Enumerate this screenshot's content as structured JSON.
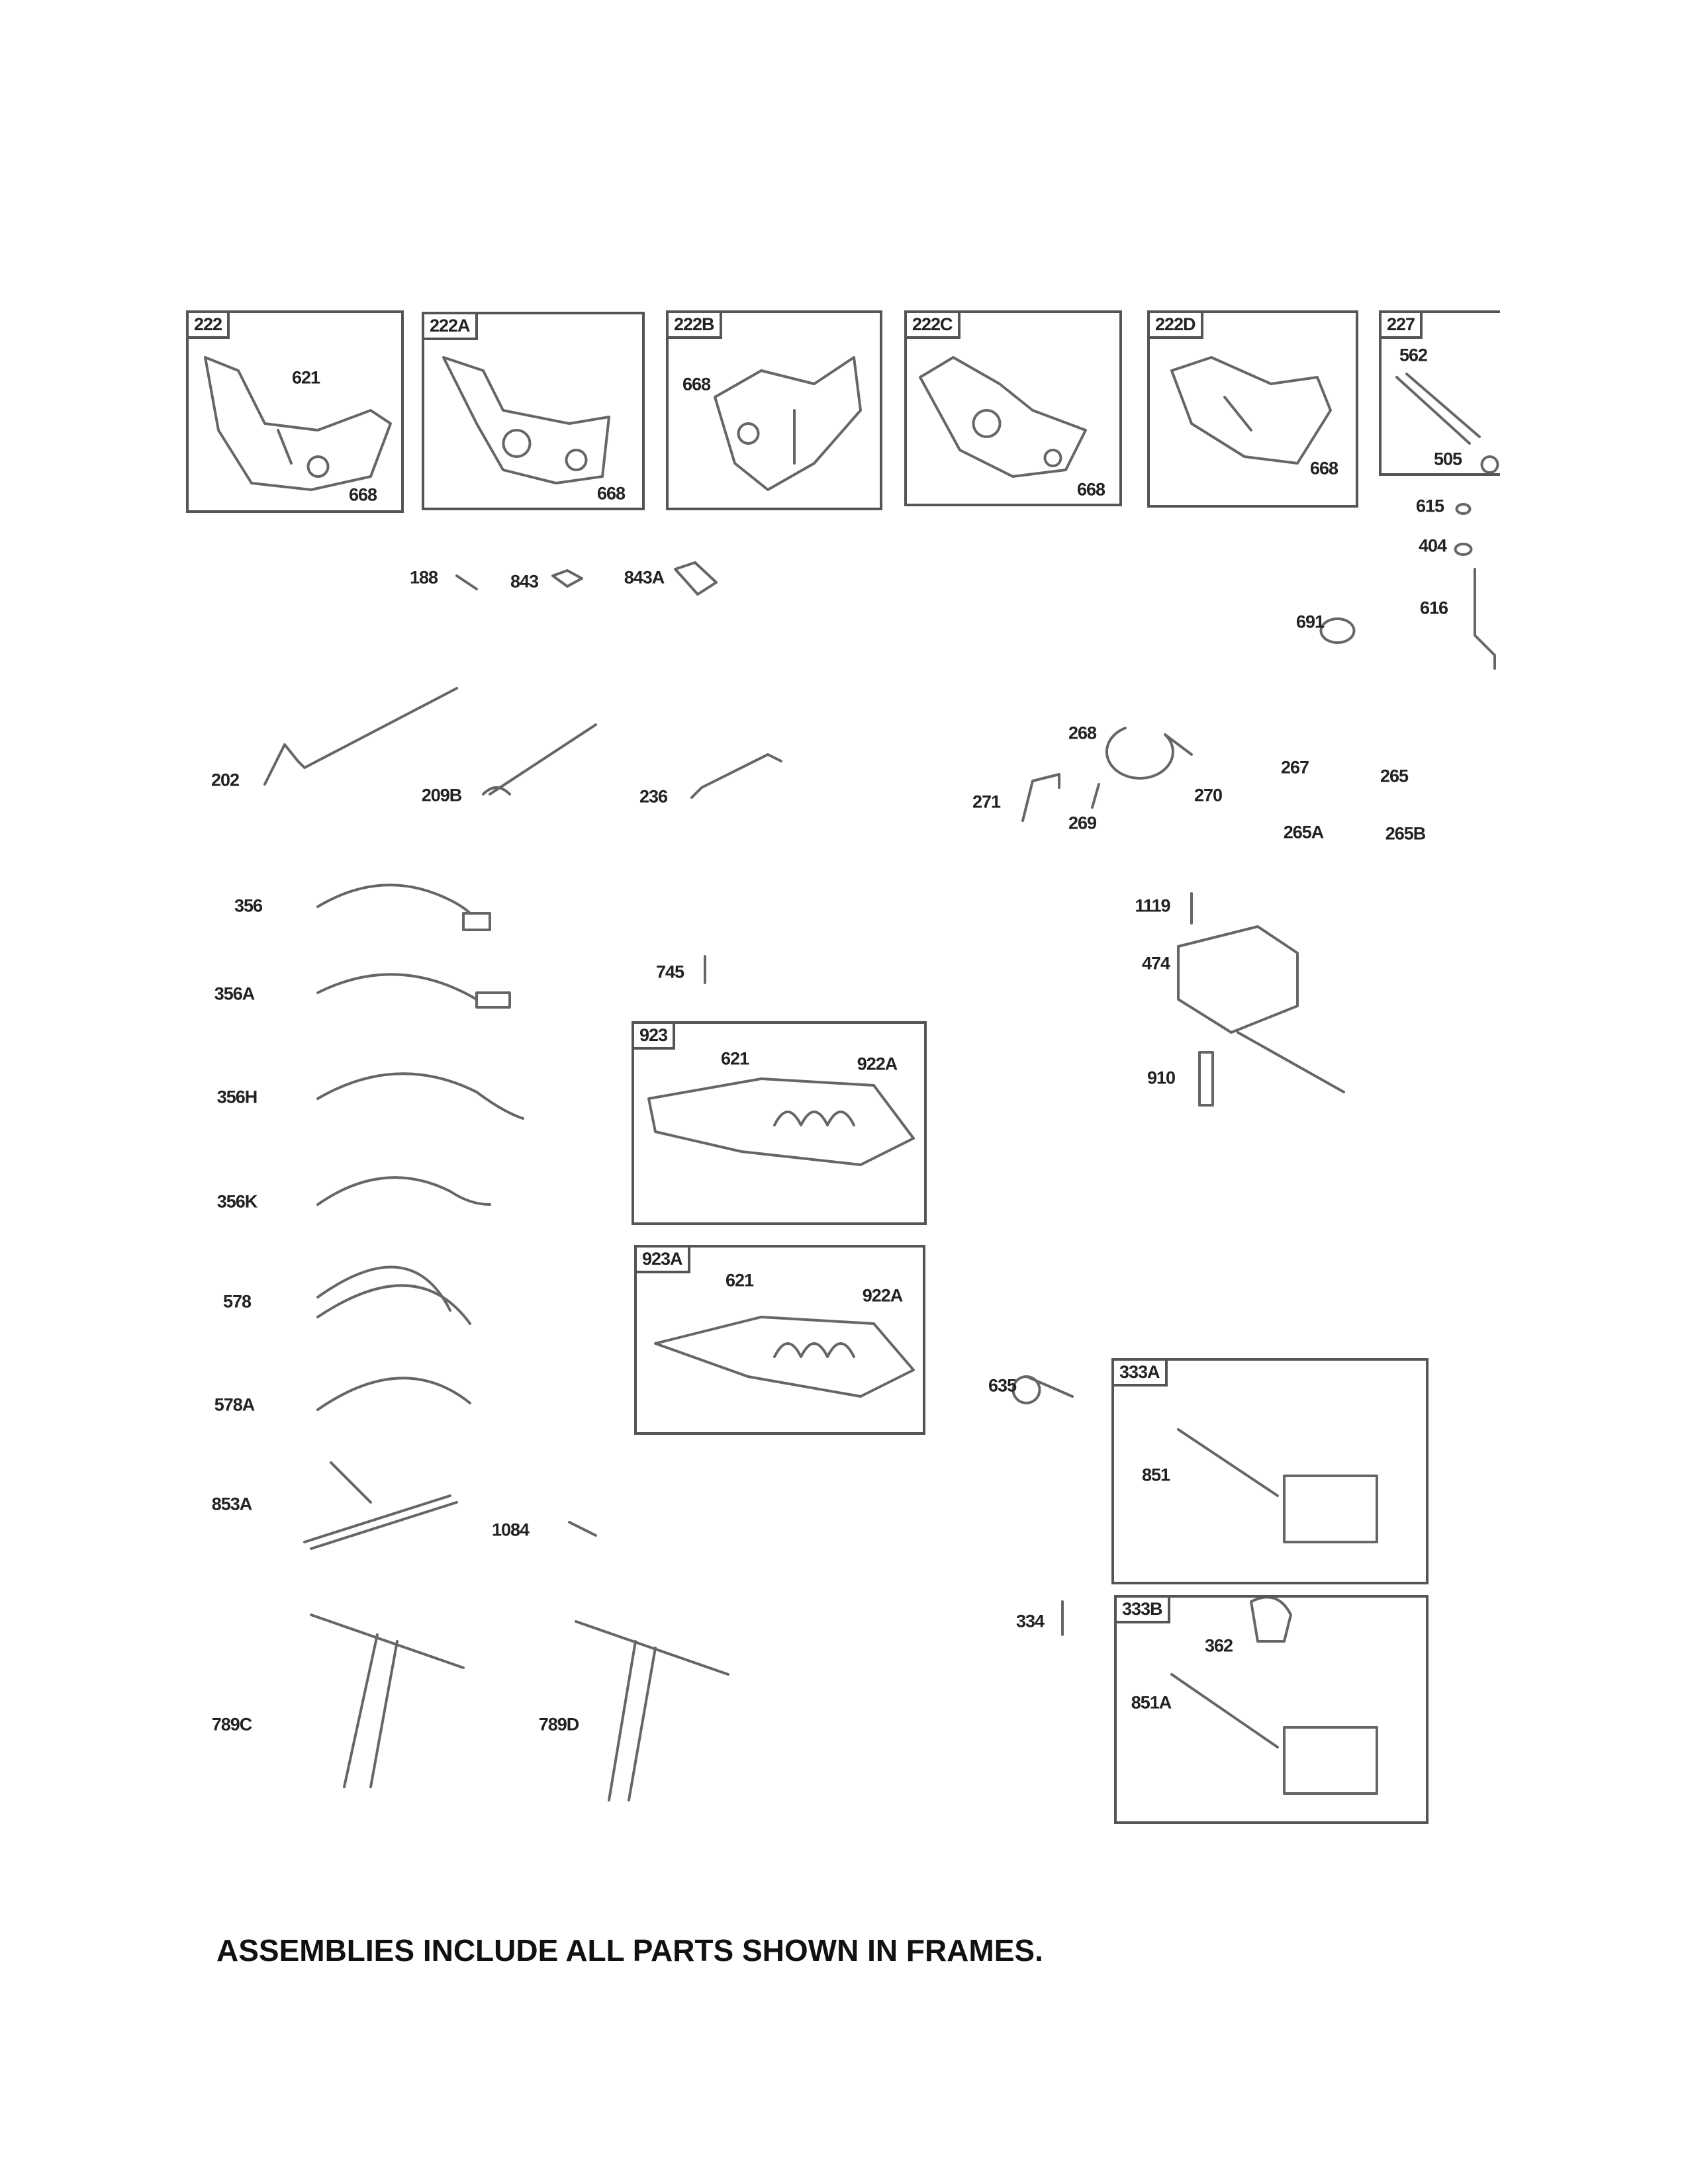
{
  "frames": {
    "f222": "222",
    "f222A": "222A",
    "f222B": "222B",
    "f222C": "222C",
    "f222D": "222D",
    "f227": "227",
    "f923": "923",
    "f923A": "923A",
    "f333A": "333A",
    "f333B": "333B"
  },
  "callouts": {
    "c621a": "621",
    "c668a": "668",
    "c668b": "668",
    "c668c": "668",
    "c668d": "668",
    "c668e": "668",
    "c562": "562",
    "c505": "505",
    "c615": "615",
    "c404": "404",
    "c616": "616",
    "c691": "691",
    "c188": "188",
    "c843": "843",
    "c843A": "843A",
    "c202": "202",
    "c209B": "209B",
    "c236": "236",
    "c268": "268",
    "c271": "271",
    "c269": "269",
    "c270": "270",
    "c267": "267",
    "c265": "265",
    "c265A": "265A",
    "c265B": "265B",
    "c356": "356",
    "c356A": "356A",
    "c356H": "356H",
    "c356K": "356K",
    "c578": "578",
    "c578A": "578A",
    "c853A": "853A",
    "c1084": "1084",
    "c789C": "789C",
    "c789D": "789D",
    "c745": "745",
    "c621b": "621",
    "c922Aa": "922A",
    "c621c": "621",
    "c922Ab": "922A",
    "c1119": "1119",
    "c474": "474",
    "c910": "910",
    "c635": "635",
    "c851": "851",
    "c334": "334",
    "c362": "362",
    "c851A": "851A"
  },
  "footer": "ASSEMBLIES INCLUDE ALL PARTS SHOWN IN FRAMES."
}
